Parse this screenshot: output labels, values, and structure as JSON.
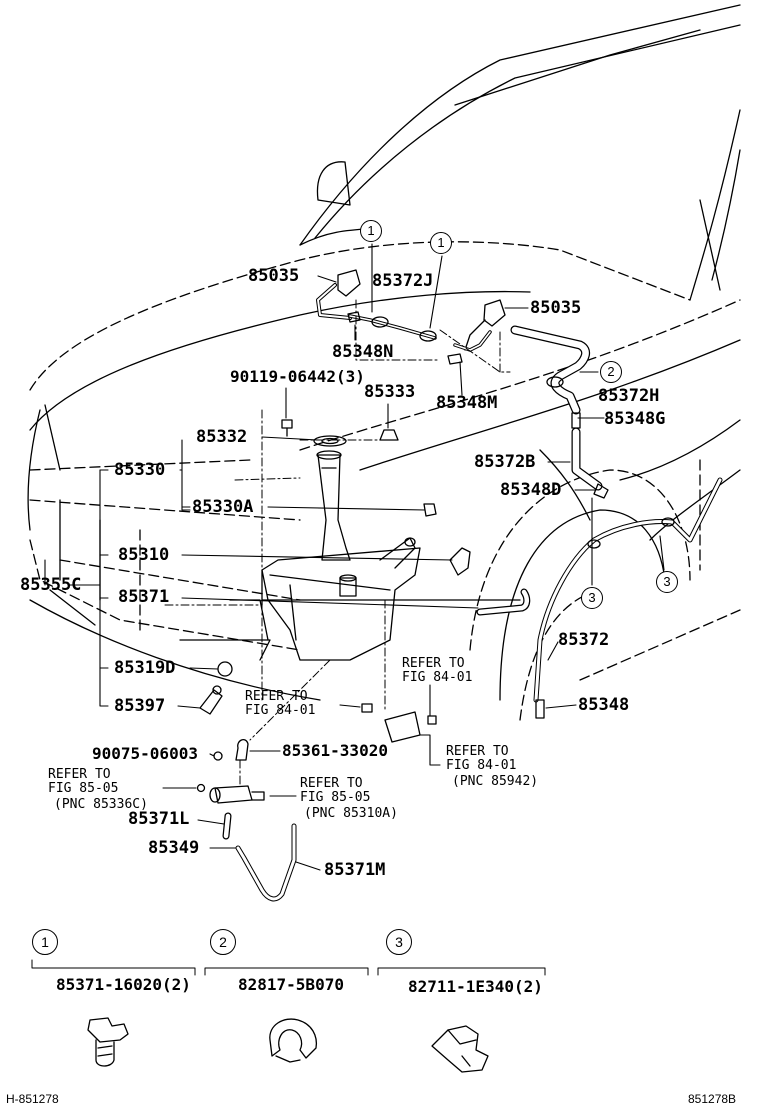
{
  "labels": {
    "p85035_left": "85035",
    "p85372J": "85372J",
    "p85035_right": "85035",
    "p85348N": "85348N",
    "p90119": "90119-06442(3)",
    "p85333": "85333",
    "p85348M": "85348M",
    "p85372H": "85372H",
    "p85332": "85332",
    "p85348G": "85348G",
    "p85330": "85330",
    "p85372B": "85372B",
    "p85348D": "85348D",
    "p85330A": "85330A",
    "p85310": "85310",
    "p85355C": "85355C",
    "p85371": "85371",
    "p85372": "85372",
    "p85319D": "85319D",
    "p85397": "85397",
    "p85348": "85348",
    "p90075": "90075-06003",
    "p85361": "85361-33020",
    "p85371L": "85371L",
    "p85349": "85349",
    "p85371M": "85371M"
  },
  "refs": {
    "r1": "REFER TO\nFIG 84-01",
    "r2": "REFER TO\nFIG 84-01",
    "r3": "REFER TO\nFIG 84-01",
    "r3_pnc": "(PNC 85942)",
    "r4": "REFER TO\nFIG 85-05",
    "r4_pnc": "(PNC 85336C)",
    "r5": "REFER TO\nFIG 85-05",
    "r5_pnc": "(PNC 85310A)"
  },
  "callouts": {
    "c1": "1",
    "c2": "2",
    "c3": "3"
  },
  "legend": {
    "items": [
      {
        "marker": "1",
        "part": "85371-16020(2)"
      },
      {
        "marker": "2",
        "part": "82817-5B070"
      },
      {
        "marker": "3",
        "part": "82711-1E340(2)"
      }
    ]
  },
  "footer": {
    "left_code": "H-851278",
    "right_code": "851278B"
  }
}
